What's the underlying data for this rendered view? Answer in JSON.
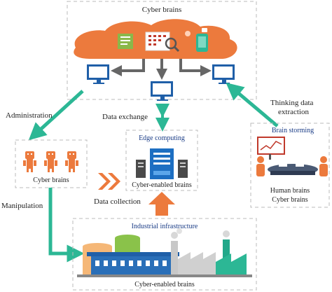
{
  "cloud": {
    "title": "Cyber brains"
  },
  "flows": {
    "administration": "Administration",
    "data_exchange": "Data exchange",
    "thinking_line1": "Thinking data",
    "thinking_line2": "extraction",
    "manipulation": "Manipulation",
    "data_collection": "Data collection"
  },
  "robots_box": {
    "label": "Cyber brains"
  },
  "edge_box": {
    "title": "Edge computing",
    "label": "Cyber-enabled brains"
  },
  "human_box": {
    "title": "Brain storming",
    "label_line1": "Human brains",
    "label_line2": "Cyber brains"
  },
  "industry_box": {
    "title": "Industrial infrastructure",
    "label": "Cyber-enabled brains"
  },
  "colors": {
    "cloud": "#ec7a3d",
    "teal_arrow": "#2cb795",
    "gray_arrow": "#666666",
    "monitor_blue": "#1f5fa8",
    "server_blue": "#1d6fc2",
    "robot_orange": "#ec7a3d",
    "title_blue": "#1a3c86"
  },
  "icons": [
    "cloud-icon",
    "monitor-icon",
    "robot-icon",
    "server-icon",
    "factory-icon",
    "meeting-icon"
  ]
}
